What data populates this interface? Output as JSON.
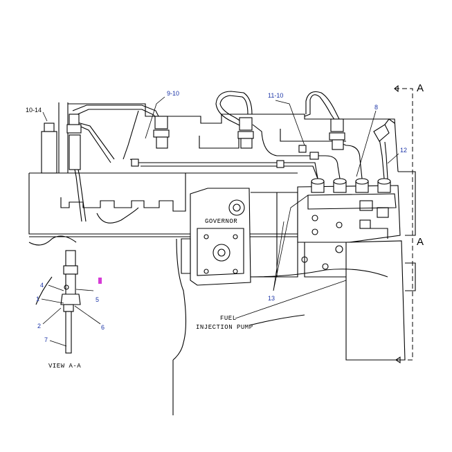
{
  "colors": {
    "line": "#000000",
    "callout_blue": "#1a33a6",
    "highlight": "#d63ad6",
    "background": "#ffffff"
  },
  "callouts": {
    "c10_14": "10-14",
    "c9_10": "9-10",
    "c11_10": "11-10",
    "c8": "8",
    "c12": "12",
    "c13": "13",
    "c4": "4",
    "c5": "5",
    "c1": "1",
    "c2": "2",
    "c6": "6",
    "c7": "7"
  },
  "labels": {
    "governor": "GOVERNOR",
    "fuel_line1": "FUEL",
    "fuel_line2": "INJECTION PUMP",
    "view": "VIEW A-A",
    "section_top": "A",
    "section_bottom": "A"
  }
}
